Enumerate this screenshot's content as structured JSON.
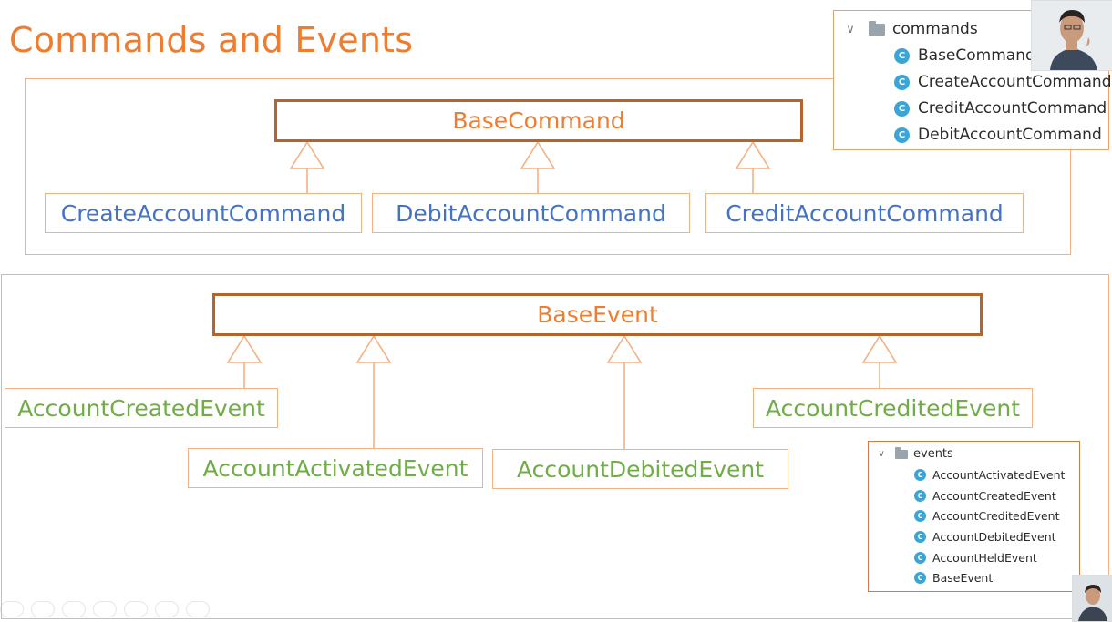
{
  "slide": {
    "title": "Commands and Events"
  },
  "commands_diagram": {
    "base": "BaseCommand",
    "subclasses": [
      "CreateAccountCommand",
      "DebitAccountCommand",
      "CreditAccountCommand"
    ]
  },
  "events_diagram": {
    "base": "BaseEvent",
    "subclasses": [
      "AccountCreatedEvent",
      "AccountActivatedEvent",
      "AccountDebitedEvent",
      "AccountCreditedEvent"
    ]
  },
  "commands_tree": {
    "folder": "commands",
    "items": [
      "BaseCommand",
      "CreateAccountCommand",
      "CreditAccountCommand",
      "DebitAccountCommand"
    ],
    "icon_letter": "C"
  },
  "events_tree": {
    "folder": "events",
    "items": [
      "AccountActivatedEvent",
      "AccountCreatedEvent",
      "AccountCreditedEvent",
      "AccountDebitedEvent",
      "AccountHeldEvent",
      "BaseEvent"
    ],
    "icon_letter": "C"
  },
  "colors": {
    "title": "#ed7d31",
    "base_border": "#b5652c",
    "frame": "#f4b183",
    "command_text": "#4472c4",
    "event_text": "#70ad47",
    "class_icon": "#3aa6d8"
  },
  "icons": {
    "tree_chevron": "chevron-down-icon",
    "tree_folder": "folder-icon",
    "tree_class": "class-c-icon",
    "webcam": "presenter-webcam"
  }
}
